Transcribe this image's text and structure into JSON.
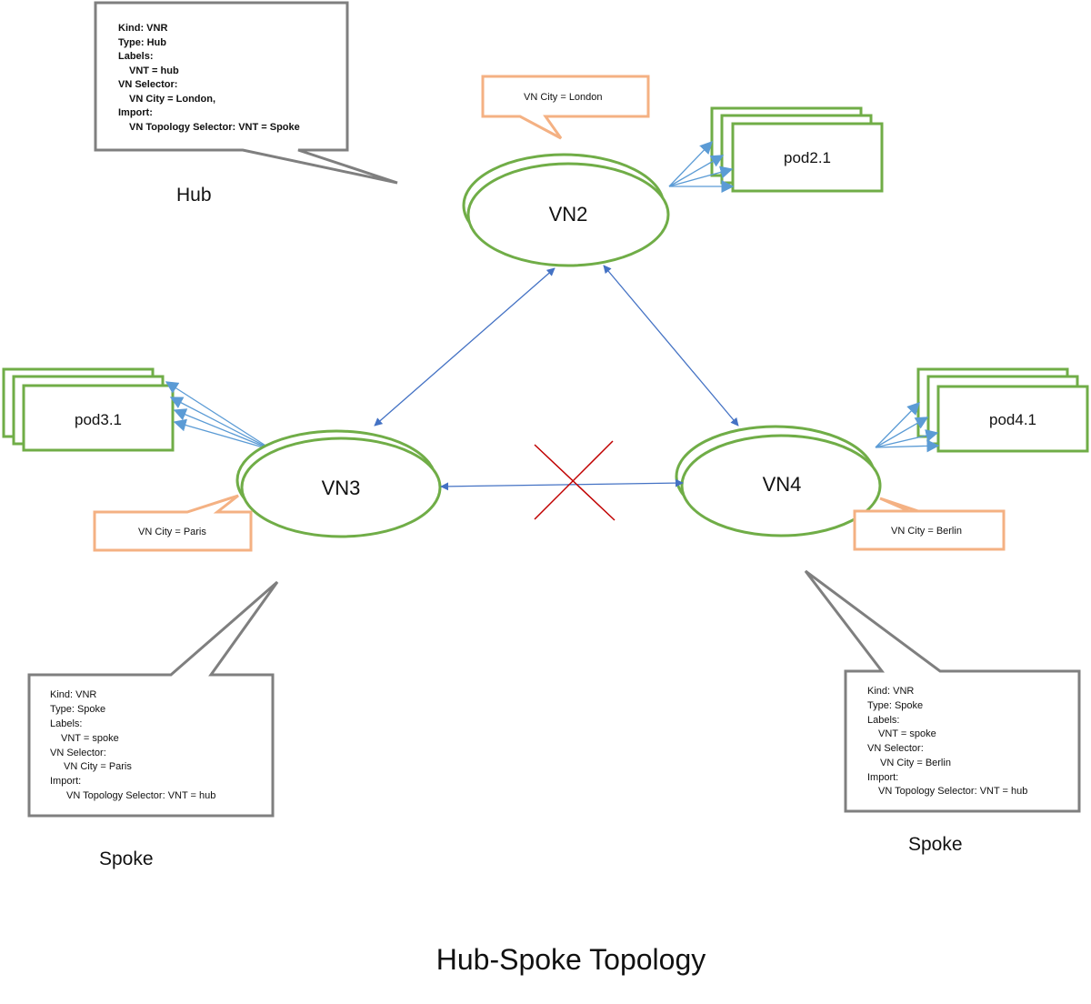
{
  "title": "Hub-Spoke Topology",
  "colors": {
    "node_stroke": "#70ad47",
    "connector": "#4472c4",
    "pod_connector": "#5b9bd5",
    "city_callout": "#f4b183",
    "spec_callout": "#7f7f7f",
    "blocked": "#c00000"
  },
  "nodes": {
    "vn2": {
      "label": "VN2",
      "city": "VN City = London"
    },
    "vn3": {
      "label": "VN3",
      "city": "VN City = Paris"
    },
    "vn4": {
      "label": "VN4",
      "city": "VN City = Berlin"
    }
  },
  "pods": {
    "vn2": "pod2.1",
    "vn3": "pod3.1",
    "vn4": "pod4.1"
  },
  "specs": {
    "hub": {
      "role": "Hub",
      "lines": [
        "Kind:  VNR",
        "Type: Hub",
        "Labels:",
        "VNT = hub",
        "VN Selector:",
        "VN City = London,",
        "Import:",
        "VN Topology Selector: VNT = Spoke"
      ]
    },
    "spoke_paris": {
      "role": "Spoke",
      "lines": [
        "Kind:  VNR",
        "Type: Spoke",
        "Labels:",
        "VNT = spoke",
        "VN Selector:",
        "VN City =  Paris",
        "Import:",
        "VN Topology Selector: VNT = hub"
      ]
    },
    "spoke_berlin": {
      "role": "Spoke",
      "lines": [
        "Kind:  VNR",
        "Type: Spoke",
        "Labels:",
        "VNT = spoke",
        "VN Selector:",
        "VN City =  Berlin",
        "Import:",
        "VN Topology Selector: VNT = hub"
      ]
    }
  }
}
